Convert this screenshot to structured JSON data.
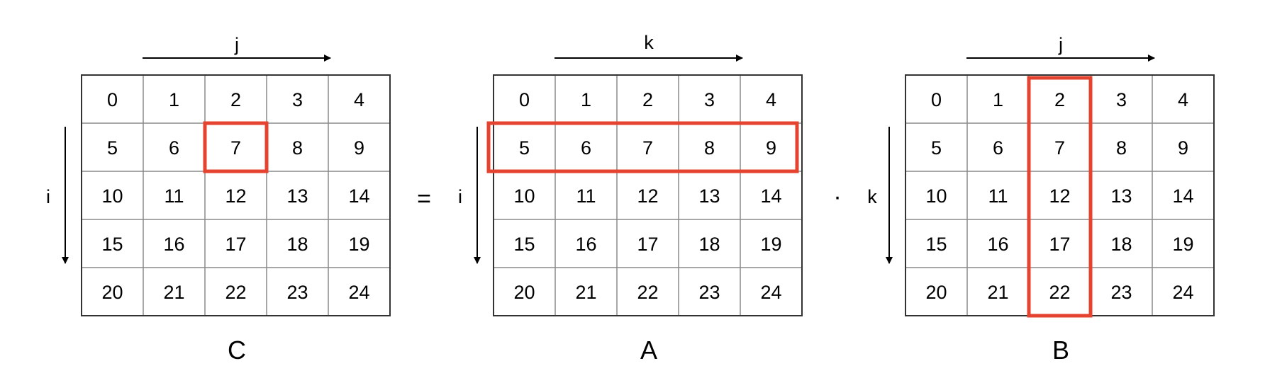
{
  "colors": {
    "highlight": "#E5432F",
    "grid_line": "#8a8a8a",
    "grid_border": "#333333",
    "text": "#000000",
    "background": "#ffffff"
  },
  "operators": {
    "equals": "=",
    "dot": "·"
  },
  "matrices": [
    {
      "id": "C",
      "label": "C",
      "col_axis_label": "j",
      "row_axis_label": "i",
      "cells": [
        [
          "0",
          "1",
          "2",
          "3",
          "4"
        ],
        [
          "5",
          "6",
          "7",
          "8",
          "9"
        ],
        [
          "10",
          "11",
          "12",
          "13",
          "14"
        ],
        [
          "15",
          "16",
          "17",
          "18",
          "19"
        ],
        [
          "20",
          "21",
          "22",
          "23",
          "24"
        ]
      ],
      "highlight": {
        "kind": "cell",
        "row": 1,
        "col": 2
      }
    },
    {
      "id": "A",
      "label": "A",
      "col_axis_label": "k",
      "row_axis_label": "i",
      "cells": [
        [
          "0",
          "1",
          "2",
          "3",
          "4"
        ],
        [
          "5",
          "6",
          "7",
          "8",
          "9"
        ],
        [
          "10",
          "11",
          "12",
          "13",
          "14"
        ],
        [
          "15",
          "16",
          "17",
          "18",
          "19"
        ],
        [
          "20",
          "21",
          "22",
          "23",
          "24"
        ]
      ],
      "highlight": {
        "kind": "row",
        "row": 1
      }
    },
    {
      "id": "B",
      "label": "B",
      "col_axis_label": "j",
      "row_axis_label": "k",
      "cells": [
        [
          "0",
          "1",
          "2",
          "3",
          "4"
        ],
        [
          "5",
          "6",
          "7",
          "8",
          "9"
        ],
        [
          "10",
          "11",
          "12",
          "13",
          "14"
        ],
        [
          "15",
          "16",
          "17",
          "18",
          "19"
        ],
        [
          "20",
          "21",
          "22",
          "23",
          "24"
        ]
      ],
      "highlight": {
        "kind": "col",
        "col": 2
      }
    }
  ]
}
